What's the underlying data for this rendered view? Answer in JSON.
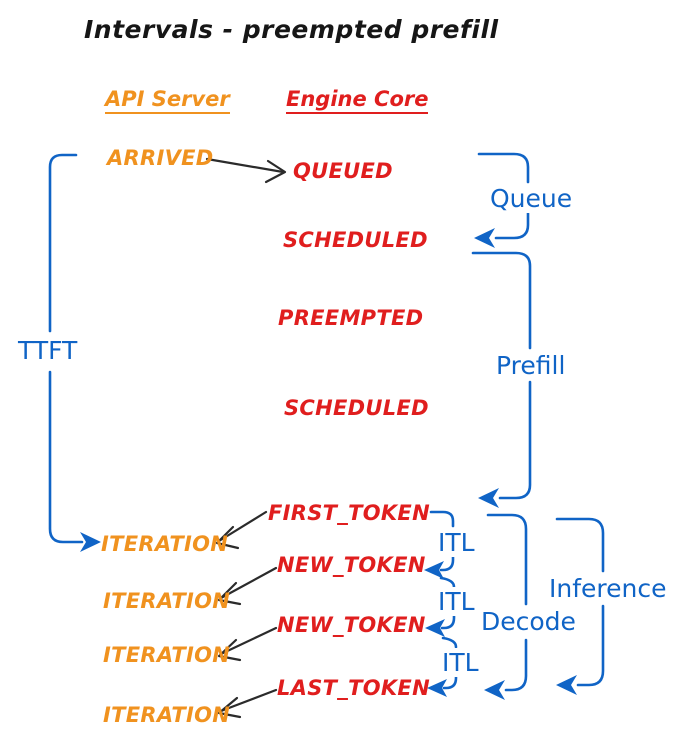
{
  "title": "Intervals - preempted prefill",
  "api_column": {
    "header": "API Server",
    "events": [
      "ARRIVED",
      "ITERATION",
      "ITERATION",
      "ITERATION",
      "ITERATION"
    ]
  },
  "engine_column": {
    "header": "Engine Core",
    "events": [
      "QUEUED",
      "SCHEDULED",
      "PREEMPTED",
      "SCHEDULED",
      "FIRST_TOKEN",
      "NEW_TOKEN",
      "NEW_TOKEN",
      "LAST_TOKEN"
    ]
  },
  "intervals": {
    "ttft": "TTFT",
    "queue": "Queue",
    "prefill": "Prefill",
    "itl_labels": [
      "ITL",
      "ITL",
      "ITL"
    ],
    "decode": "Decode",
    "inference": "Inference"
  },
  "colors": {
    "api_accent": "#F0921F",
    "engine_accent": "#E01E1E",
    "interval_accent": "#1064C6",
    "arrow": "#2B2B2B",
    "background": "#FFFFFF"
  }
}
